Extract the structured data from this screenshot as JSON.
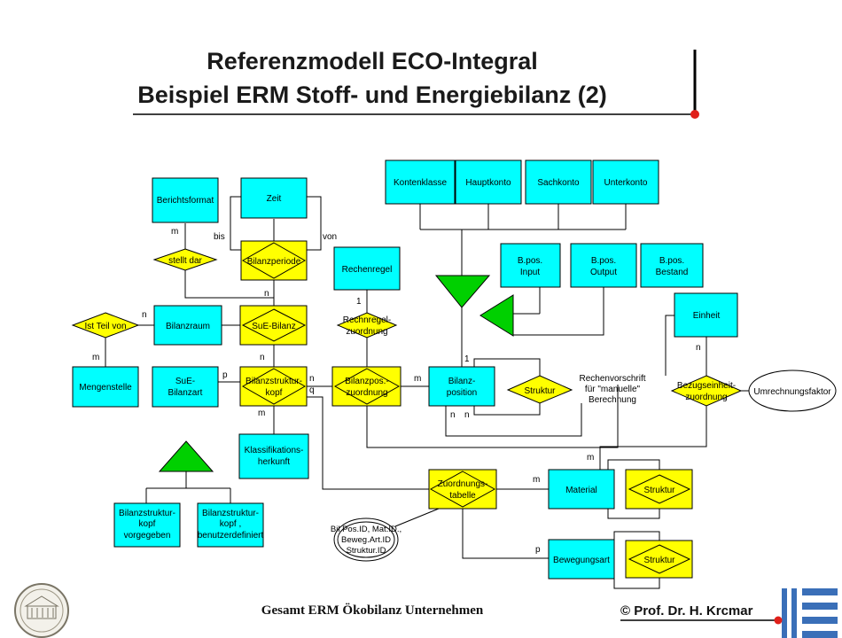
{
  "title": {
    "line1": "Referenzmodell ECO-Integral",
    "line2": "Beispiel ERM Stoff- und Energiebilanz (2)"
  },
  "colors": {
    "entity": "#00ffff",
    "relationship": "#ffff00",
    "triangle": "#00d000",
    "line": "#000000",
    "accent_dot": "#e0201a",
    "logo_blue": "#3a6fb8"
  },
  "entities": {
    "berichtsformat": "Berichtsformat",
    "zeit": "Zeit",
    "kontenklasse": "Kontenklasse",
    "hauptkonto": "Hauptkonto",
    "sachkonto": "Sachkonto",
    "unterkonto": "Unterkonto",
    "rechenregel": "Rechenregel",
    "bpos_input": [
      "B.pos.",
      "Input"
    ],
    "bpos_output": [
      "B.pos.",
      "Output"
    ],
    "bpos_bestand": [
      "B.pos.",
      "Bestand"
    ],
    "einheit": "Einheit",
    "bilanzraum": "Bilanzraum",
    "mengenstelle": "Mengenstelle",
    "sue_bilanzart": [
      "SuE-",
      "Bilanzart"
    ],
    "bilanzposition": [
      "Bilanz-",
      "position"
    ],
    "klassifikationsherkunft": [
      "Klassifikations-",
      "herkunft"
    ],
    "bsk_vorgegeben": [
      "Bilanzstruktur-",
      "kopf",
      "vorgegeben"
    ],
    "bsk_benutzerdefiniert": [
      "Bilanzstruktur-",
      "kopf ,",
      "benutzerdefiniert"
    ],
    "material": "Material",
    "bewegungsart": "Bewegungsart"
  },
  "relationships": {
    "bilanzperiode": "Bilanzperiode",
    "stellt_dar": "stellt dar",
    "sue_bilanz": "SuE-Bilanz",
    "ist_teil_von": "Ist Teil von",
    "bilanzstrukturkopf": [
      "Bilanzstruktur-",
      "kopf"
    ],
    "bilanzpos_zuordnung": [
      "Bilanzpos.-",
      "zuordnung"
    ],
    "rechnregel_zuordnung": [
      "Rechnregel-",
      "zuordnung"
    ],
    "struktur_bilanzpos": "Struktur",
    "bezugseinheit_zuordnung": [
      "Bezugseinheit-",
      "zuordnung"
    ],
    "zuordnungstabelle": [
      "Zuordnungs-",
      "tabelle"
    ],
    "struktur_material": "Struktur",
    "struktur_bewegungsart": "Struktur"
  },
  "attributes": {
    "umrechnungsfaktor": "Umrechnungsfaktor",
    "key_attributes": [
      "Bil.Pos.ID, Mat.ID.,",
      "Beweg.Art.ID",
      "Struktur.ID"
    ]
  },
  "annotations": {
    "rechenvorschrift": [
      "Rechenvorschrift",
      "für \"manuelle\"",
      "Berechnung"
    ]
  },
  "cardinalities": {
    "berichtsformat_m": "m",
    "zeit_bis": "bis",
    "zeit_von": "von",
    "sue_bilanz_top_n": "n",
    "bilanzraum_n": "n",
    "mengenstelle_m": "m",
    "sue_bilanz_bottom_n": "n",
    "rechenregel_1": "1",
    "bilanzstrukturkopf_p": "p",
    "bilanzstrukturkopf_n": "n",
    "bilanzstrukturkopf_q": "q",
    "bilanzstrukturkopf_m": "m",
    "bilanzposition_m": "m",
    "bilanzposition_1": "1",
    "bilanzposition_n_left": "n",
    "bilanzposition_n_right": "n",
    "einheit_n": "n",
    "material_m_top": "m",
    "zuordnungstabelle_m": "m",
    "bewegungsart_p": "p"
  },
  "footer": {
    "caption": "Gesamt ERM Ökobilanz Unternehmen",
    "author": "© Prof. Dr. H. Krcmar"
  },
  "icons": {
    "university_seal": "university-seal-icon",
    "institute_logo": "tum-logo-icon"
  }
}
